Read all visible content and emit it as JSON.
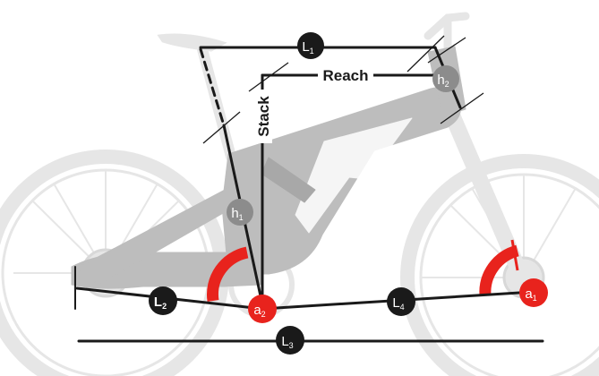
{
  "colors": {
    "frame": "#bdbdbd",
    "bike": "#e6e6e6",
    "line": "#1a1a1a",
    "badge_dark": "#1a1a1a",
    "badge_grey": "#8c8c8c",
    "angle_red": "#e8231d",
    "text_light": "#ffffff"
  },
  "labels": {
    "L1": {
      "main": "L",
      "sub": "1"
    },
    "L2": {
      "main": "L",
      "sub": "2"
    },
    "L3": {
      "main": "L",
      "sub": "3"
    },
    "L4": {
      "main": "L",
      "sub": "4"
    },
    "h1": {
      "main": "h",
      "sub": "1"
    },
    "h2": {
      "main": "h",
      "sub": "2"
    },
    "a1": {
      "main": "a",
      "sub": "1"
    },
    "a2": {
      "main": "a",
      "sub": "2"
    },
    "reach": "Reach",
    "stack": "Stack"
  }
}
